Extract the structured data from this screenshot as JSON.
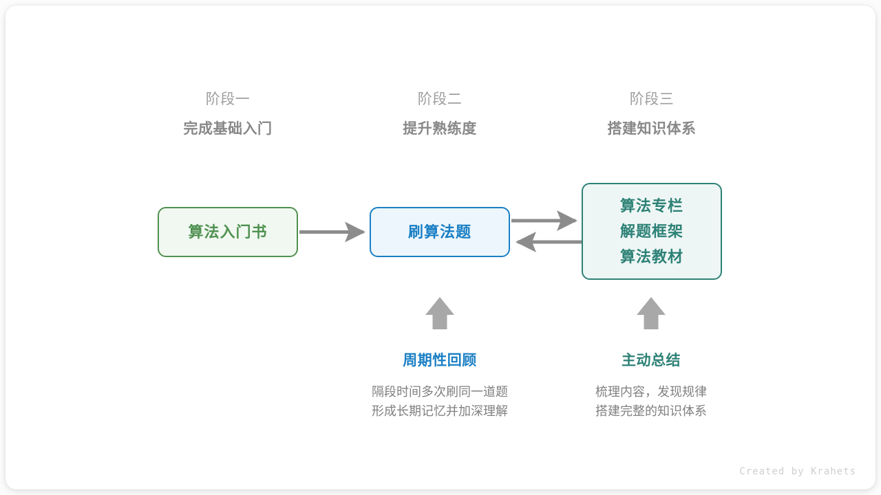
{
  "meta": {
    "watermark": "Created by Krahets",
    "background_color": "#ffffff",
    "card_color": "#ffffff"
  },
  "colors": {
    "green": "#4f9150",
    "green_fill": "#f1f8f1",
    "blue": "#1a7fc4",
    "blue_fill": "#edf6fd",
    "teal": "#2d8176",
    "teal_fill": "#eef6f5",
    "arrow_gray": "#8c8c8c",
    "up_arrow_gray": "#a8a8a8",
    "header_gray": "#9e9e9e",
    "header_title_gray": "#888888",
    "desc_gray": "#808080"
  },
  "stages": [
    {
      "number": "阶段一",
      "title": "完成基础入门"
    },
    {
      "number": "阶段二",
      "title": "提升熟练度"
    },
    {
      "number": "阶段三",
      "title": "搭建知识体系"
    }
  ],
  "nodes": [
    {
      "id": "book",
      "lines": [
        "算法入门书"
      ]
    },
    {
      "id": "practice",
      "lines": [
        "刷算法题"
      ]
    },
    {
      "id": "knowledge",
      "lines": [
        "算法专栏",
        "解题框架",
        "算法教材"
      ]
    }
  ],
  "notes": [
    {
      "id": "periodic-review",
      "title": "周期性回顾",
      "desc_lines": [
        "隔段时间多次刷同一道题",
        "形成长期记忆并加深理解"
      ]
    },
    {
      "id": "active-summary",
      "title": "主动总结",
      "desc_lines": [
        "梳理内容，发现规律",
        "搭建完整的知识体系"
      ]
    }
  ],
  "connections": [
    {
      "id": "book-to-practice",
      "direction": "right"
    },
    {
      "id": "practice-to-knowledge",
      "direction": "right"
    },
    {
      "id": "knowledge-to-practice",
      "direction": "left"
    },
    {
      "id": "review-to-practice",
      "direction": "up"
    },
    {
      "id": "summary-to-knowledge",
      "direction": "up"
    }
  ]
}
